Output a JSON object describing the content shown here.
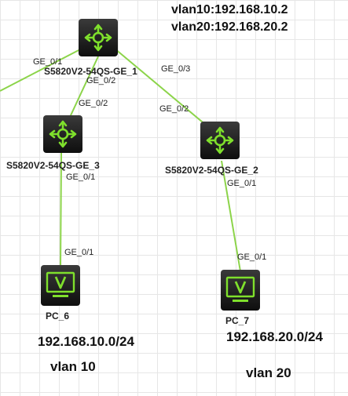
{
  "vlan_map": {
    "line1": "vlan10:192.168.10.2",
    "line2": "vlan20:192.168.20.2"
  },
  "devices": {
    "sw1": {
      "name": "S5820V2-54QS-GE_1",
      "icon": "switch-icon"
    },
    "sw2": {
      "name": "S5820V2-54QS-GE_2",
      "icon": "switch-icon"
    },
    "sw3": {
      "name": "S5820V2-54QS-GE_3",
      "icon": "switch-icon"
    },
    "pc6": {
      "name": "PC_6",
      "icon": "pc-icon"
    },
    "pc7": {
      "name": "PC_7",
      "icon": "pc-icon"
    }
  },
  "ports": {
    "sw1_left": "GE_0/1",
    "sw1_down": "GE_0/2",
    "sw1_right": "GE_0/3",
    "sw3_up": "GE_0/2",
    "sw3_down": "GE_0/1",
    "pc6_port": "GE_0/1",
    "sw2_up": "GE_0/2",
    "sw2_down": "GE_0/1",
    "pc7_port": "GE_0/1"
  },
  "networks": {
    "left": {
      "subnet": "192.168.10.0/24",
      "vlan": "vlan 10"
    },
    "right": {
      "subnet": "192.168.20.0/24",
      "vlan": "vlan 20"
    }
  },
  "colors": {
    "link": "#8cd44a",
    "icon_bg": "#1b1b1b",
    "icon_fg": "#7fe02c",
    "grid": "#e6e6e6"
  }
}
